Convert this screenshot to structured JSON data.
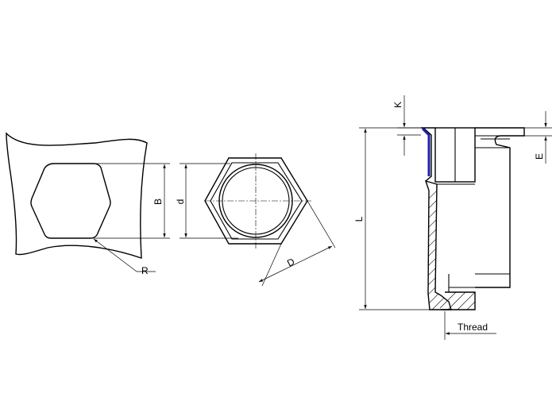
{
  "labels": {
    "B": "B",
    "d": "d",
    "R": "R",
    "D": "D",
    "K": "K",
    "L": "L",
    "E": "E",
    "thread": "Thread"
  },
  "colors": {
    "line": "#000000",
    "highlight": "#1f1fa8",
    "background": "#ffffff"
  }
}
